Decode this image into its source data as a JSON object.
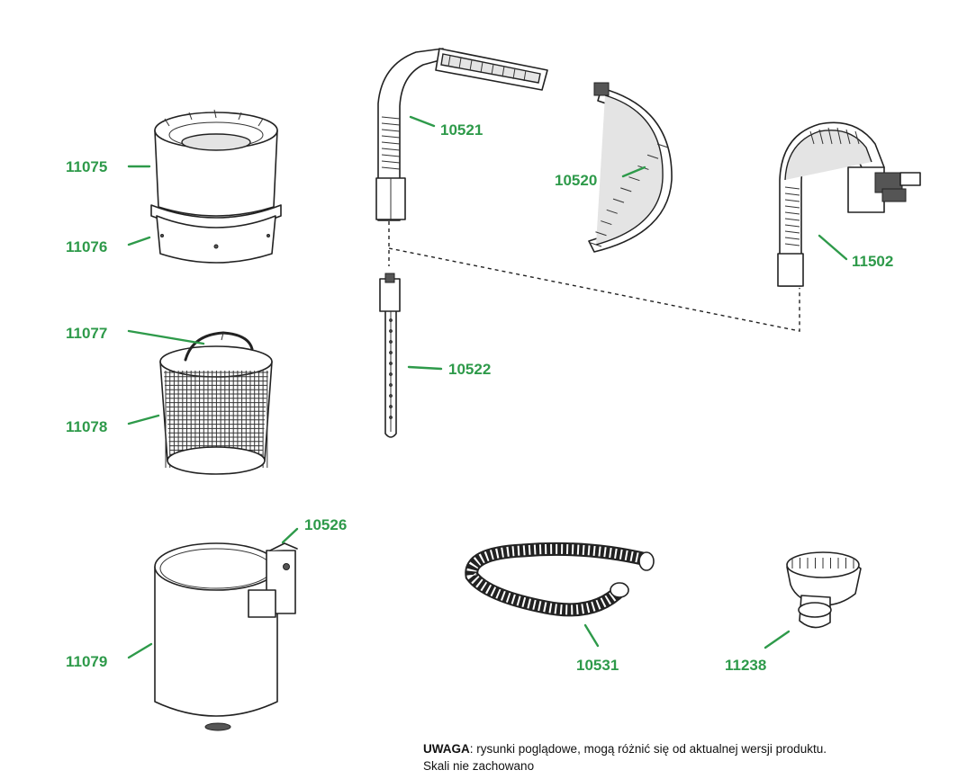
{
  "parts": [
    {
      "id": "p11075",
      "number": "11075"
    },
    {
      "id": "p11076",
      "number": "11076"
    },
    {
      "id": "p11077",
      "number": "11077"
    },
    {
      "id": "p11078",
      "number": "11078"
    },
    {
      "id": "p10526",
      "number": "10526"
    },
    {
      "id": "p11079",
      "number": "11079"
    },
    {
      "id": "p10521",
      "number": "10521"
    },
    {
      "id": "p10520",
      "number": "10520"
    },
    {
      "id": "p11502",
      "number": "11502"
    },
    {
      "id": "p10522",
      "number": "10522"
    },
    {
      "id": "p10531",
      "number": "10531"
    },
    {
      "id": "p11238",
      "number": "11238"
    }
  ],
  "note": {
    "bold": "UWAGA",
    "line1": ": rysunki poglądowe, mogą różnić się od aktualnej wersji produktu.",
    "line2": "Skali nie zachowano"
  },
  "colors": {
    "label": "#2e9a4a",
    "line": "#222222"
  }
}
